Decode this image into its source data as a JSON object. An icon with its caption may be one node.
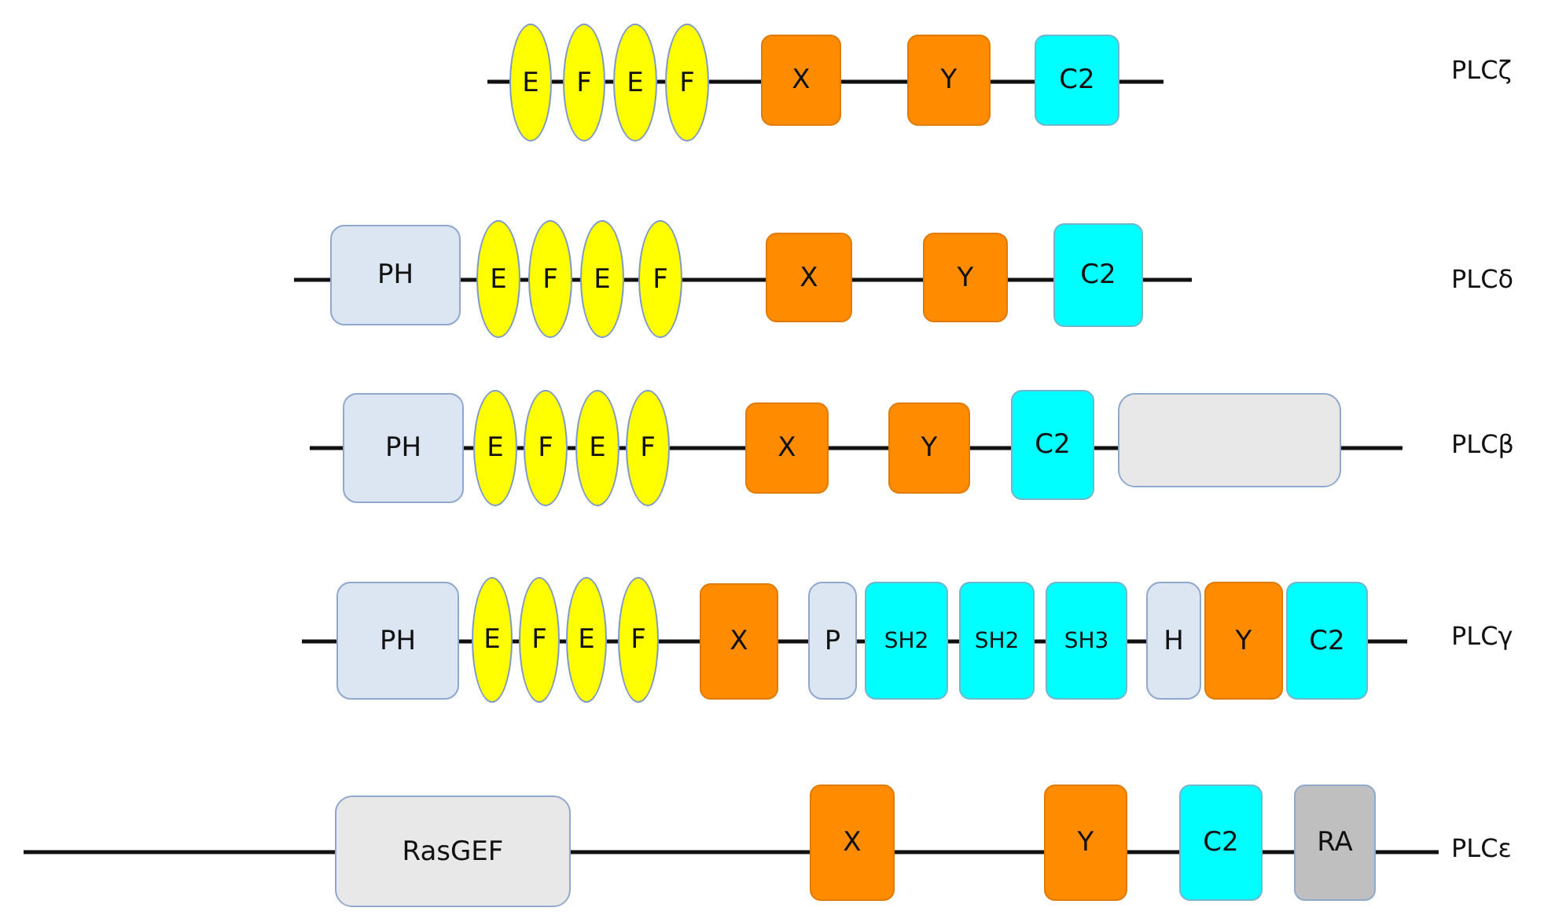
{
  "diagram": {
    "nodes": [
      {
        "text": [
          "E"
        ]
      },
      {
        "text": [
          "F"
        ]
      },
      {
        "text": [
          "E"
        ]
      },
      {
        "text": [
          "F"
        ]
      },
      {
        "text": [
          "X"
        ]
      },
      {
        "text": [
          "Y"
        ]
      },
      {
        "text": [
          "C2"
        ]
      },
      {
        "text": [
          "PH"
        ]
      },
      {
        "text": [
          "E"
        ]
      },
      {
        "text": [
          "F"
        ]
      },
      {
        "text": [
          "E"
        ]
      },
      {
        "text": [
          "F"
        ]
      },
      {
        "text": [
          "X"
        ]
      },
      {
        "text": [
          "Y"
        ]
      },
      {
        "text": [
          "C2"
        ]
      },
      {
        "text": [
          "PH"
        ]
      },
      {
        "text": [
          "E"
        ]
      },
      {
        "text": [
          "F"
        ]
      },
      {
        "text": [
          "E"
        ]
      },
      {
        "text": [
          "F"
        ]
      },
      {
        "text": [
          "X"
        ]
      },
      {
        "text": [
          "Y"
        ]
      },
      {
        "text": [
          "C2"
        ]
      },
      {
        "text": [],
        "shape": "box"
      },
      {
        "text": [
          "PH"
        ]
      },
      {
        "text": [
          "E"
        ]
      },
      {
        "text": [
          "F"
        ]
      },
      {
        "text": [
          "E"
        ]
      },
      {
        "text": [
          "F"
        ]
      },
      {
        "text": [
          "X"
        ]
      },
      {
        "text": [
          "P"
        ]
      },
      {
        "text": [
          "SH2"
        ]
      },
      {
        "text": [
          "SH2"
        ]
      },
      {
        "text": [
          "SH3"
        ]
      },
      {
        "text": [
          "H"
        ]
      },
      {
        "text": [
          "Y"
        ]
      },
      {
        "text": [
          "C2"
        ]
      },
      {
        "text": [
          "RasGEF"
        ]
      },
      {
        "text": [
          "X"
        ]
      },
      {
        "text": [
          "Y"
        ]
      },
      {
        "text": [
          "C2"
        ]
      },
      {
        "text": [
          "RA"
        ]
      }
    ],
    "edges": [
      {
        "from": null,
        "to": 0,
        "arrow": "none"
      },
      {
        "from": 0,
        "to": 1,
        "arrow": "none"
      },
      {
        "from": 1,
        "to": 2,
        "arrow": "none"
      },
      {
        "from": 2,
        "to": 3,
        "arrow": "none"
      },
      {
        "from": 3,
        "to": 4,
        "arrow": "none"
      },
      {
        "from": 4,
        "to": 5,
        "arrow": "none"
      },
      {
        "from": 5,
        "to": 6,
        "arrow": "none"
      },
      {
        "from": 6,
        "to": null,
        "arrow": "none"
      },
      {
        "from": null,
        "to": 7,
        "arrow": "none"
      },
      {
        "from": 7,
        "to": 8,
        "arrow": "none"
      },
      {
        "from": 8,
        "to": 9,
        "arrow": "none"
      },
      {
        "from": 9,
        "to": 10,
        "arrow": "none"
      },
      {
        "from": 10,
        "to": 11,
        "arrow": "none"
      },
      {
        "from": 11,
        "to": 12,
        "arrow": "none"
      },
      {
        "from": 12,
        "to": 13,
        "arrow": "none"
      },
      {
        "from": 13,
        "to": 14,
        "arrow": "none"
      },
      {
        "from": 14,
        "to": null,
        "arrow": "none"
      },
      {
        "from": null,
        "to": 15,
        "arrow": "none"
      },
      {
        "from": 15,
        "to": 16,
        "arrow": "none"
      },
      {
        "from": 16,
        "to": 17,
        "arrow": "none"
      },
      {
        "from": 17,
        "to": 18,
        "arrow": "none"
      },
      {
        "from": 18,
        "to": 19,
        "arrow": "none"
      },
      {
        "from": 19,
        "to": 20,
        "arrow": "none"
      },
      {
        "from": 20,
        "to": 21,
        "arrow": "none"
      },
      {
        "from": 21,
        "to": 22,
        "arrow": "none"
      },
      {
        "from": 22,
        "to": 23,
        "arrow": "none"
      },
      {
        "from": 23,
        "to": null,
        "arrow": "none"
      },
      {
        "from": null,
        "to": 24,
        "arrow": "none"
      },
      {
        "from": 24,
        "to": 25,
        "arrow": "none"
      },
      {
        "from": 25,
        "to": 26,
        "arrow": "none"
      },
      {
        "from": 26,
        "to": 27,
        "arrow": "none"
      },
      {
        "from": 27,
        "to": 28,
        "arrow": "none"
      },
      {
        "from": 28,
        "to": 29,
        "arrow": "none"
      },
      {
        "from": 29,
        "to": 30,
        "arrow": "none"
      },
      {
        "from": 30,
        "to": 31,
        "arrow": "none"
      },
      {
        "from": 31,
        "to": 32,
        "arrow": "none"
      },
      {
        "from": 32,
        "to": 33,
        "arrow": "none"
      },
      {
        "from": 33,
        "to": 34,
        "arrow": "none"
      },
      {
        "from": 36,
        "to": null,
        "arrow": "none"
      },
      {
        "from": null,
        "to": 37,
        "arrow": "none"
      },
      {
        "from": 37,
        "to": 38,
        "arrow": "none"
      },
      {
        "from": 38,
        "to": 39,
        "arrow": "none"
      },
      {
        "from": 39,
        "to": 40,
        "arrow": "none"
      },
      {
        "from": 40,
        "to": 41,
        "arrow": "none"
      },
      {
        "from": 41,
        "to": null,
        "arrow": "none"
      }
    ],
    "labels": [
      "PLCζ",
      "PLCδ",
      "PLCβ",
      "PLCγ",
      "PLCε"
    ]
  }
}
